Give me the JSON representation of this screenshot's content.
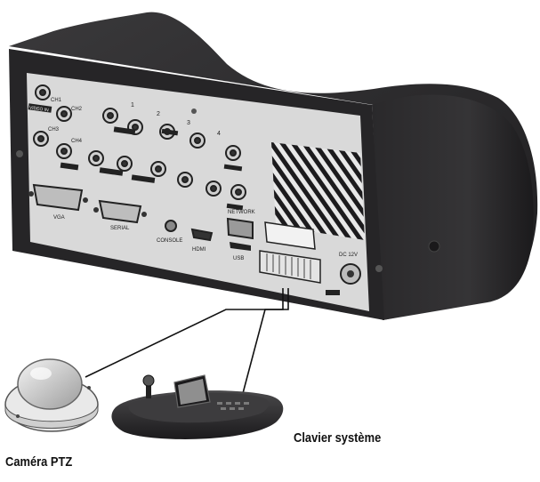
{
  "captions": {
    "camera": "Caméra PTZ",
    "keyboard": "Clavier système"
  },
  "panel_labels": {
    "video_in": "VIDEO IN",
    "ch1": "CH1",
    "ch2": "CH2",
    "ch3": "CH3",
    "ch4": "CH4",
    "num1": "1",
    "num2": "2",
    "num3": "3",
    "num4": "4",
    "vga": "VGA",
    "serial": "SERIAL",
    "console": "CONSOLE",
    "hdmi": "HDMI",
    "network": "NETWORK",
    "usb": "USB",
    "dc12v": "DC 12V"
  },
  "colors": {
    "enclosure": "#2b2a2c",
    "panel": "#d9d9d9",
    "line": "#111111"
  }
}
